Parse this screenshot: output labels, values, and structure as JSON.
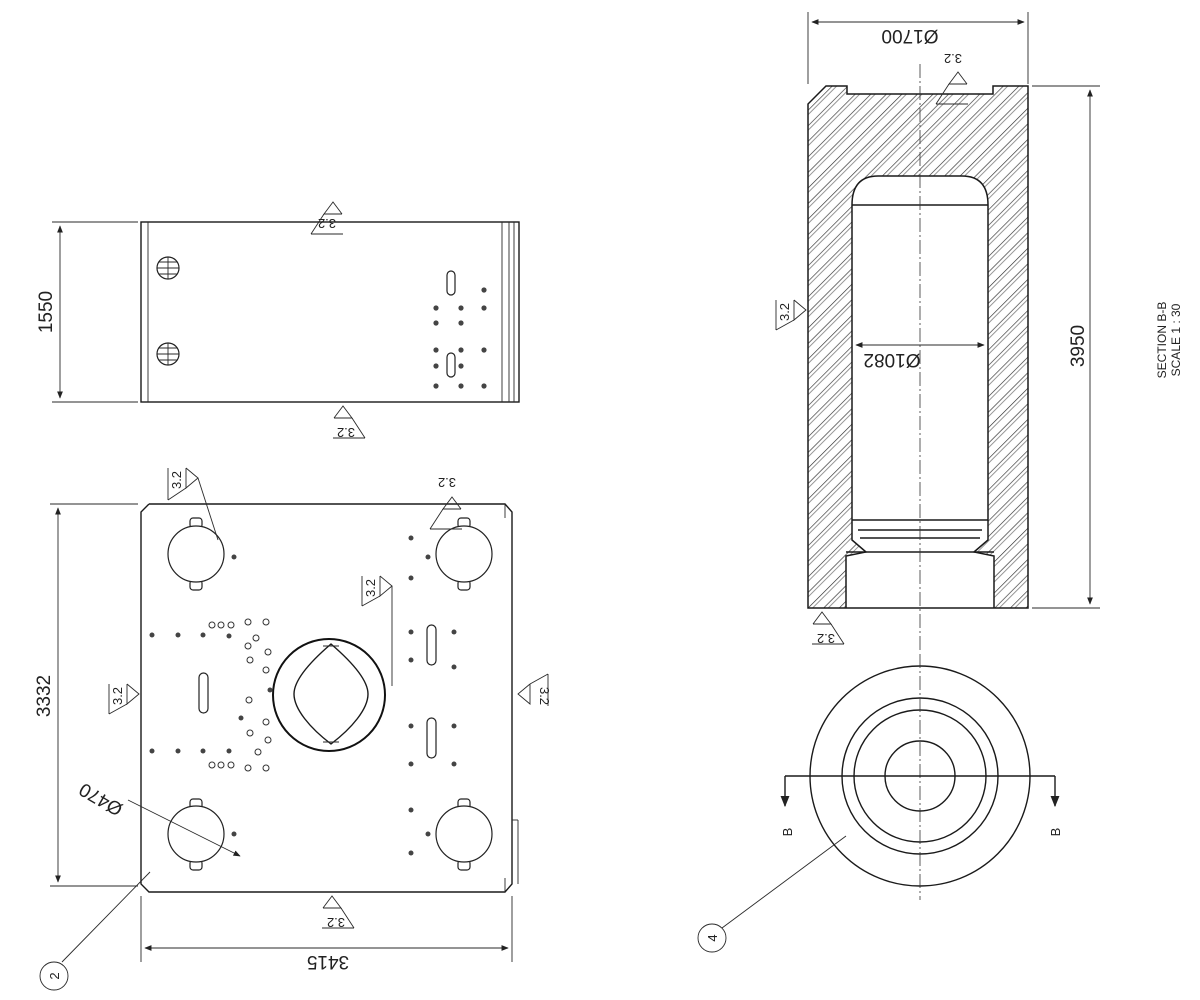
{
  "top_view": {
    "height_dim": "1550",
    "roughness_top": "3.2",
    "roughness_bottom": "3.2"
  },
  "front_view": {
    "height_dim": "3332",
    "width_dim": "3415",
    "hole_dim": "Ø470",
    "roughness_top": "3.2",
    "roughness_upper_left": "3.2",
    "roughness_center": "3.2",
    "roughness_left": "3.2",
    "roughness_right": "3.2",
    "roughness_bottom": "3.2",
    "balloon": "2"
  },
  "section_view": {
    "outer_dia": "Ø1700",
    "inner_dia": "Ø1082",
    "height_dim": "3950",
    "roughness_top": "3.2",
    "roughness_left": "3.2",
    "roughness_bottom": "3.2",
    "title": "SECTION B-B",
    "scale": "SCALE 1 : 30"
  },
  "end_view": {
    "section_mark_left": "B",
    "section_mark_right": "B",
    "balloon": "4"
  }
}
